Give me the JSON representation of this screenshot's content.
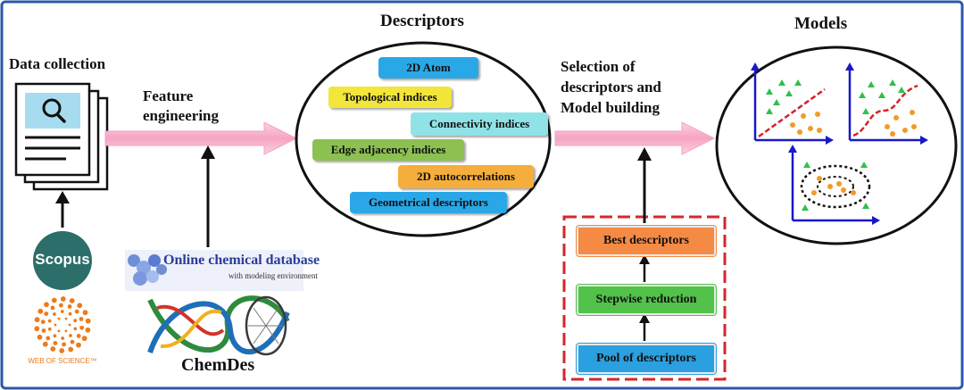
{
  "headings": {
    "data_collection": "Data collection",
    "feature_engineering": [
      "Feature",
      "engineering"
    ],
    "descriptors": "Descriptors",
    "selection": [
      "Selection of",
      "descriptors and",
      "Model building"
    ],
    "models": "Models"
  },
  "descriptor_items": [
    {
      "label": "2D Atom",
      "color": "#2aa7e6"
    },
    {
      "label": "Topological indices",
      "color": "#f2e63a"
    },
    {
      "label": "Connectivity indices",
      "color": "#8fe3e6"
    },
    {
      "label": "Edge adjacency indices",
      "color": "#8cc152"
    },
    {
      "label": "2D autocorrelations",
      "color": "#f5ad3c"
    },
    {
      "label": "Geometrical descriptors",
      "color": "#2aa7e6"
    }
  ],
  "selection_steps": [
    {
      "label": "Best descriptors",
      "color": "#f58a44"
    },
    {
      "label": "Stepwise reduction",
      "color": "#52c24a"
    },
    {
      "label": "Pool of descriptors",
      "color": "#2aa0e0"
    }
  ],
  "sources": {
    "scopus": "Scopus",
    "wos": "WEB OF SCIENCE™"
  },
  "tools": {
    "ochem_title": "Online chemical database",
    "ochem_sub": "with modeling environment",
    "chemdes": "ChemDes"
  },
  "colors": {
    "frame": "#2a5aa8",
    "arrow_pink": "#f7a8c8",
    "selection_box": "#d6262c",
    "axis": "#1818c8",
    "trend_line": "#d8202a",
    "dot_green": "#2ec04a",
    "dot_orange": "#f29a2a"
  }
}
